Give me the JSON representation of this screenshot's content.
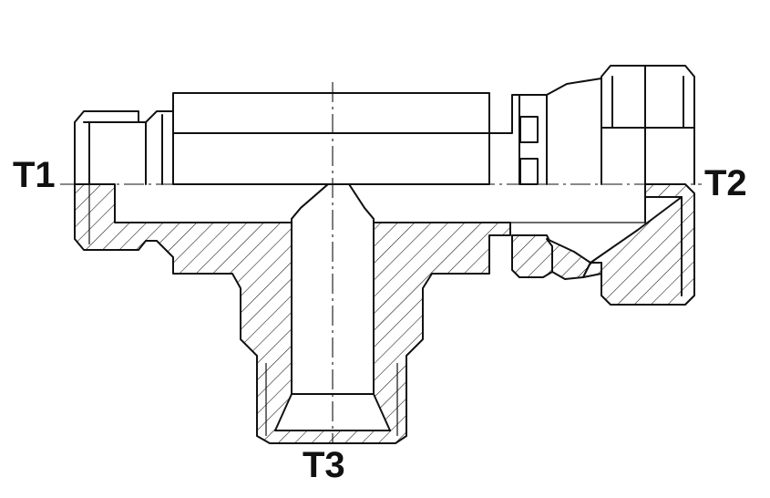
{
  "labels": {
    "port_left": "T1",
    "port_right": "T2",
    "port_bottom": "T3"
  }
}
